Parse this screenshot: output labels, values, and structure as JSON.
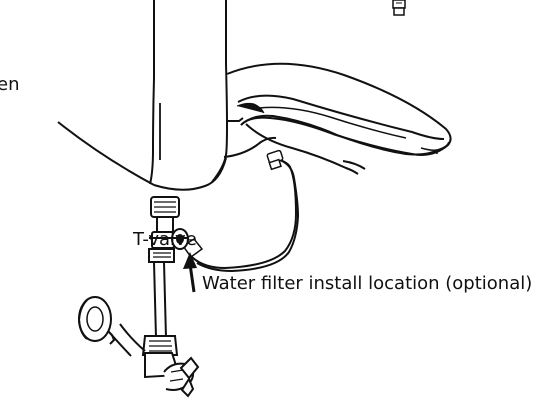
{
  "diagram": {
    "labels": {
      "partial_left": "en",
      "t_valve": "T-valve",
      "water_filter": "Water filter install location (optional)"
    },
    "icons": {
      "water_supply_valve": "valve-icon",
      "hose": "hose-icon",
      "seat": "seat-icon"
    },
    "colors": {
      "stroke": "#111111",
      "background": "#ffffff"
    }
  }
}
